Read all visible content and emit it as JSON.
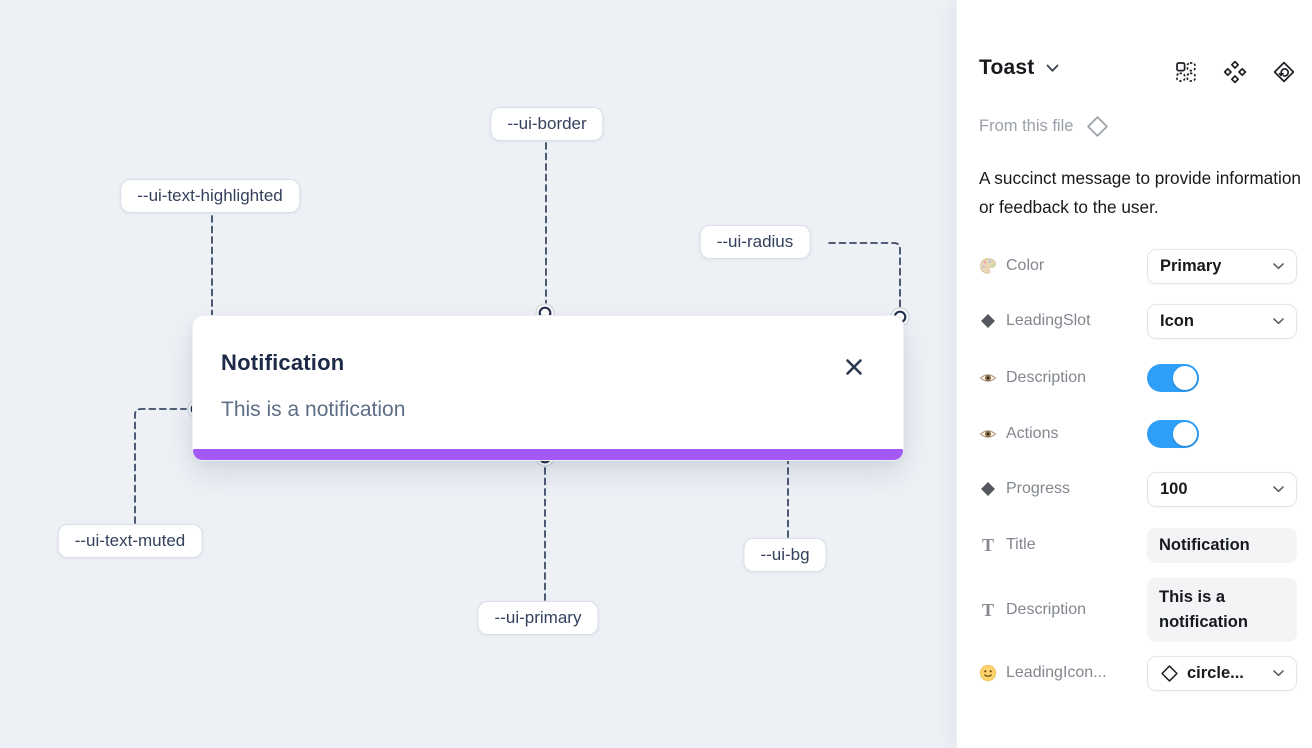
{
  "colors": {
    "canvas-bg": "#edf0f5",
    "ink": "#33415c",
    "toast-title": "#1d2a47",
    "toast-muted": "#5d6e87",
    "primary": "#a458f5",
    "toggle-on": "#2e9ef7",
    "panel-text": "#17191d",
    "panel-label": "#82878f",
    "panel-faint": "#9aa0a8",
    "field-bg": "#f3f4f6",
    "border-soft": "#e3e5ea",
    "pill-border": "#d9dfe9"
  },
  "canvas": {
    "toast": {
      "title": "Notification",
      "description": "This is a notification",
      "close_icon": "x-close-icon",
      "progress_color": "#a458f5",
      "progress_value": "100"
    },
    "annotations": [
      {
        "id": "ui-border",
        "label": "--ui-border"
      },
      {
        "id": "ui-text-highlighted",
        "label": "--ui-text-highlighted"
      },
      {
        "id": "ui-radius",
        "label": "--ui-radius"
      },
      {
        "id": "ui-text-muted",
        "label": "--ui-text-muted"
      },
      {
        "id": "ui-primary",
        "label": "--ui-primary"
      },
      {
        "id": "ui-bg",
        "label": "--ui-bg"
      }
    ]
  },
  "panel": {
    "title": "Toast",
    "title_chevron_icon": "chevron-down-icon",
    "header_icons": [
      "instance-grid-icon",
      "components-icon",
      "code-component-icon"
    ],
    "source": "From this file",
    "source_icon": "diamond-outline-icon",
    "description": "A succinct message to provide information or feedback to the user.",
    "rows": [
      {
        "icon": "palette-icon",
        "label": "Color",
        "control": "select",
        "value": "Primary"
      },
      {
        "icon": "diamond-icon",
        "label": "LeadingSlot",
        "control": "select",
        "value": "Icon"
      },
      {
        "icon": "eye-icon",
        "label": "Description",
        "control": "toggle",
        "value": true
      },
      {
        "icon": "eye-icon",
        "label": "Actions",
        "control": "toggle",
        "value": true
      },
      {
        "icon": "diamond-icon",
        "label": "Progress",
        "control": "select",
        "value": "100"
      },
      {
        "icon": "text-icon",
        "label": "Title",
        "control": "text",
        "value": "Notification"
      },
      {
        "icon": "text-icon",
        "label": "Description",
        "control": "text",
        "value": "This is a notification"
      },
      {
        "icon": "smiley-icon",
        "label": "LeadingIcon...",
        "control": "select-icon",
        "value": "circle...",
        "value_icon": "diamond-outline-icon"
      }
    ]
  }
}
